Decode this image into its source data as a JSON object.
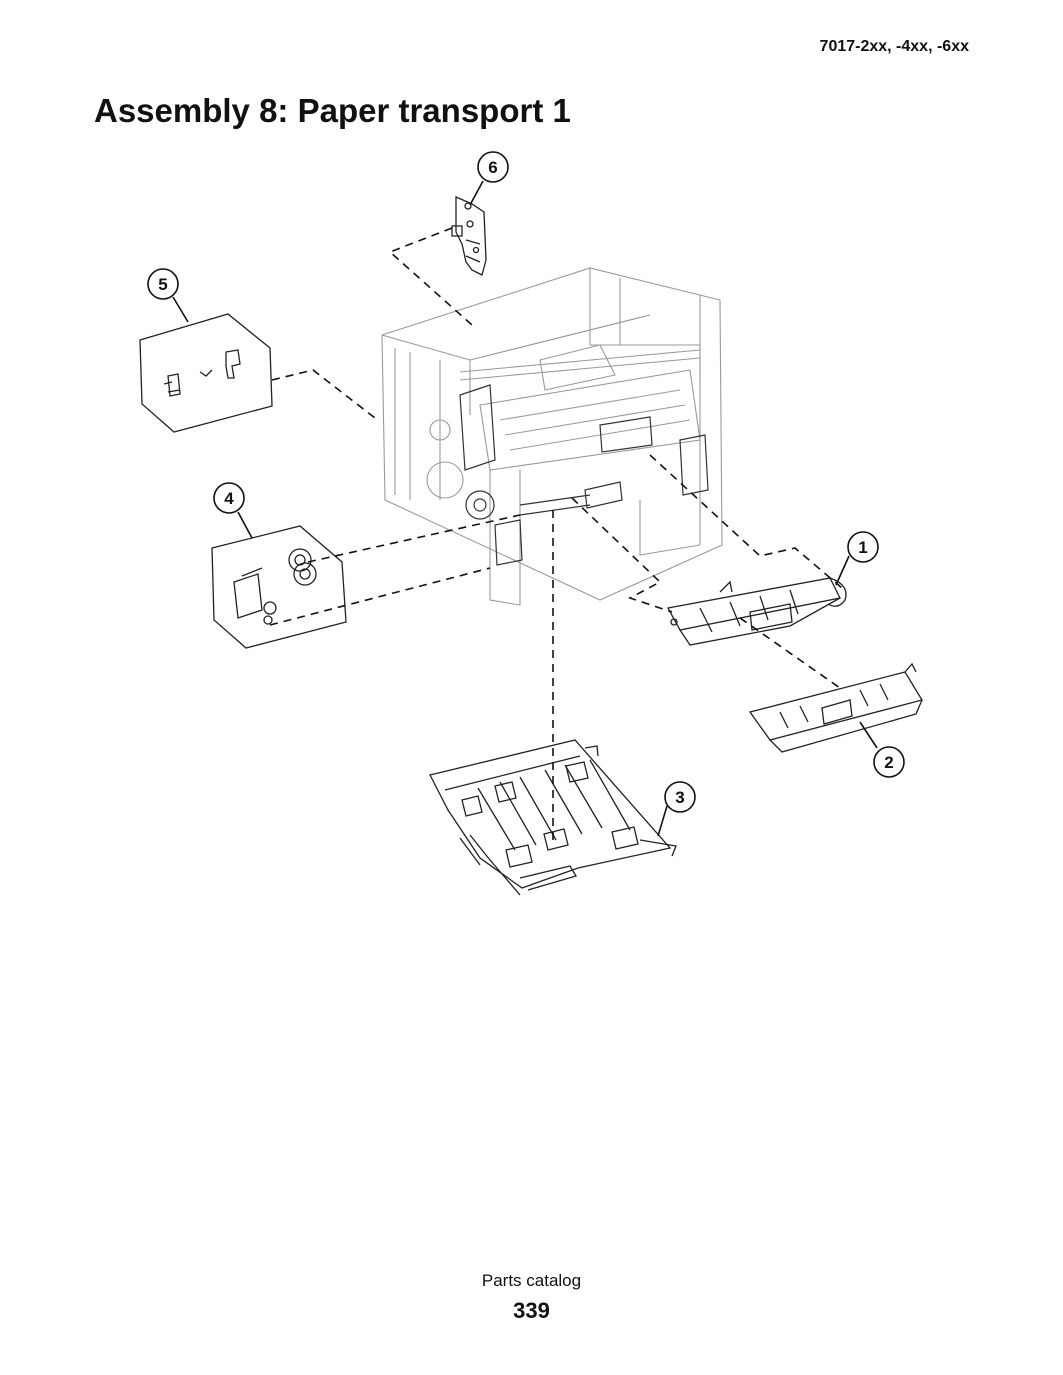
{
  "header": {
    "model": "7017-2xx, -4xx, -6xx"
  },
  "title": "Assembly 8: Paper transport 1",
  "callouts": [
    "1",
    "2",
    "3",
    "4",
    "5",
    "6"
  ],
  "footer": {
    "label": "Parts catalog",
    "page": "339"
  }
}
